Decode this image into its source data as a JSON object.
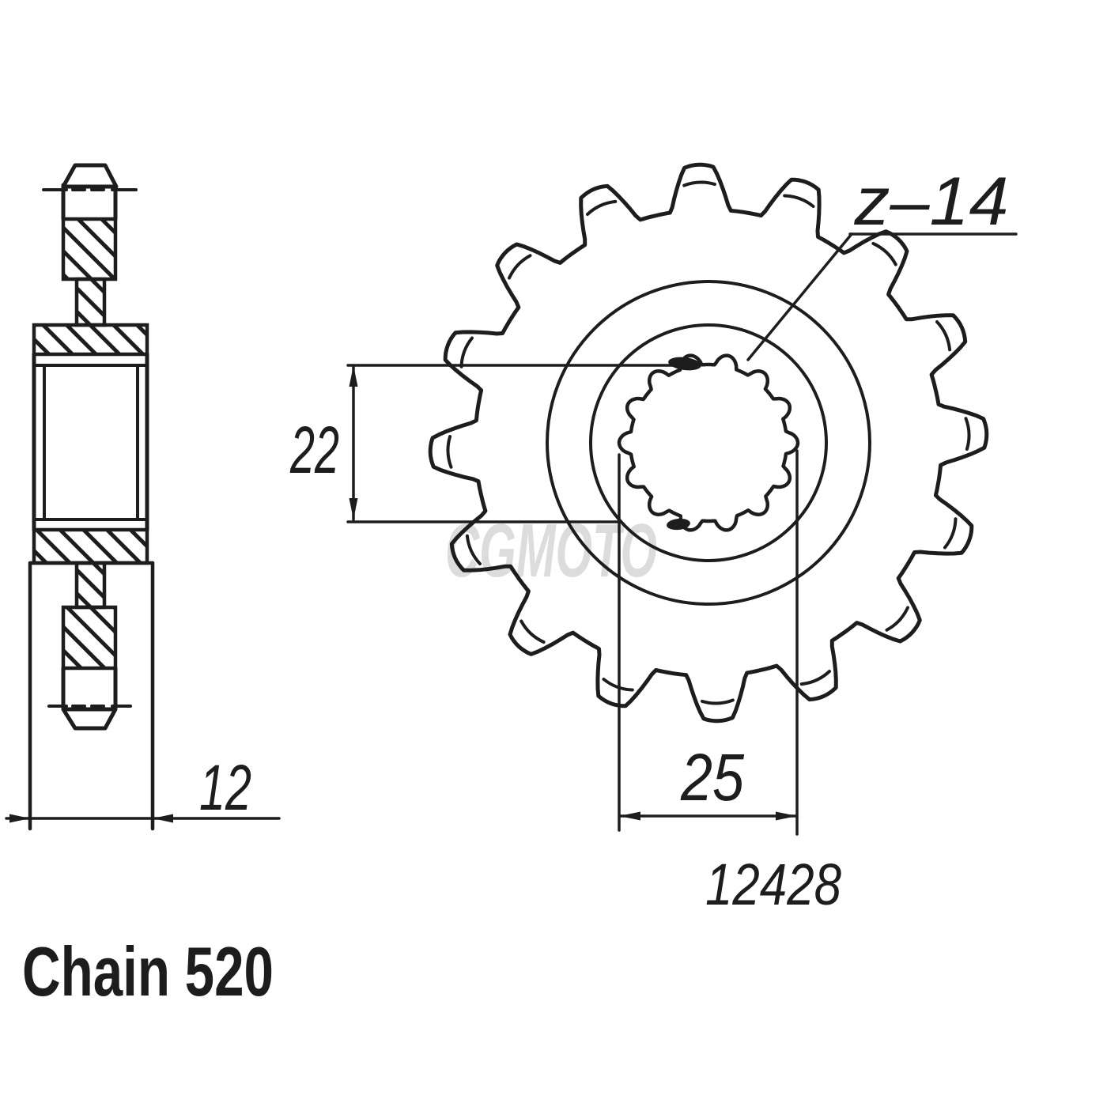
{
  "drawing": {
    "watermark": "CGMOTO",
    "annotations": {
      "teeth_count": "z–14",
      "inner_diameter": "22",
      "outer_spline_diameter": "25",
      "hub_width": "12",
      "part_number": "12428",
      "chain_type": "Chain 520"
    },
    "colors": {
      "line": "#1d1d1d",
      "watermark": "#dcdcdc",
      "background": "#ffffff"
    }
  }
}
